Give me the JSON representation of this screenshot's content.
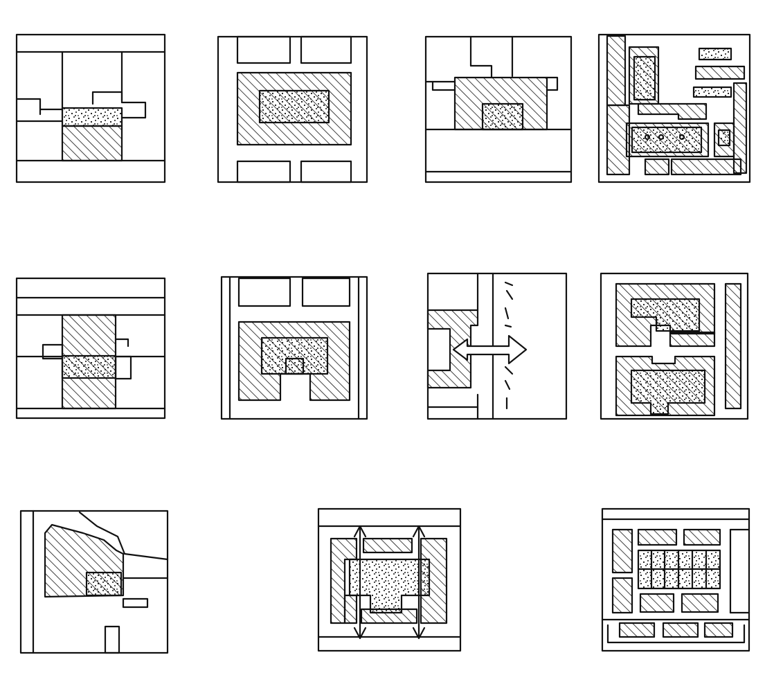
{
  "sheet": {
    "ink_color": "#111111",
    "paper_color": "#ffffff",
    "fill_patterns": [
      "diagonal-hatch",
      "stipple-dots"
    ],
    "diagram_count": 11
  }
}
